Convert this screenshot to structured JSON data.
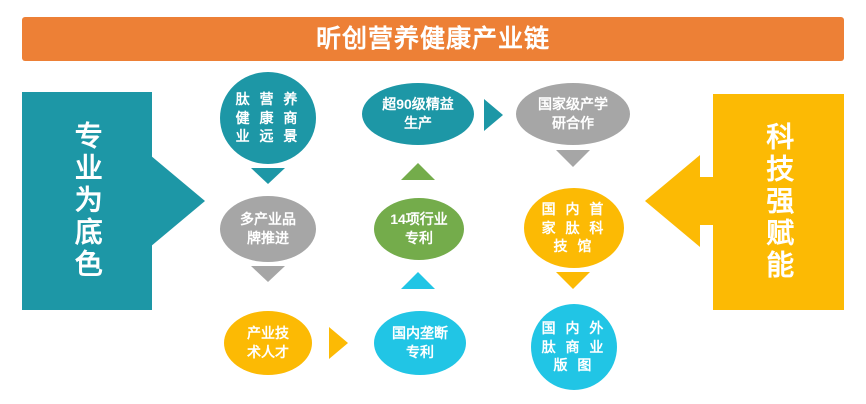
{
  "header": {
    "title": "昕创营养健康产业链",
    "background": "#ed8036",
    "text_color": "#ffffff"
  },
  "left_panel": {
    "label": "专业为底色",
    "color": "#1d97a6",
    "arrow_direction": "right"
  },
  "right_panel": {
    "label": "科技强赋能",
    "color": "#fcba04",
    "arrow_direction": "left"
  },
  "nodes": [
    {
      "id": "n1",
      "label": "肽 营 养\n健 康 商\n业 远 景",
      "color": "#1d97a6",
      "shape": "ellipse",
      "column": 1,
      "row": 1
    },
    {
      "id": "n2",
      "label": "多产业品\n牌推进",
      "color": "#a6a6a6",
      "shape": "ellipse",
      "column": 1,
      "row": 2
    },
    {
      "id": "n3",
      "label": "产业技\n术人才",
      "color": "#fcba04",
      "shape": "ellipse",
      "column": 1,
      "row": 3
    },
    {
      "id": "n4",
      "label": "超90级精益\n生产",
      "color": "#1d97a6",
      "shape": "ellipse",
      "column": 2,
      "row": 1
    },
    {
      "id": "n5",
      "label": "14项行业\n专利",
      "color": "#74ac4b",
      "shape": "ellipse",
      "column": 2,
      "row": 2
    },
    {
      "id": "n6",
      "label": "国内垄断\n专利",
      "color": "#21c5e5",
      "shape": "ellipse",
      "column": 2,
      "row": 3
    },
    {
      "id": "n7",
      "label": "国家级产学\n研合作",
      "color": "#a6a6a6",
      "shape": "ellipse",
      "column": 3,
      "row": 1
    },
    {
      "id": "n8",
      "label": "国 内 首\n家 肽 科\n技 馆",
      "color": "#fcba04",
      "shape": "ellipse",
      "column": 3,
      "row": 2
    },
    {
      "id": "n9",
      "label": "国 内 外\n肽 商 业\n版 图",
      "color": "#21c5e5",
      "shape": "circle",
      "column": 3,
      "row": 3
    }
  ],
  "connectors": [
    {
      "id": "c1",
      "from": "n1",
      "to": "n2",
      "direction": "down",
      "color": "#1d97a6"
    },
    {
      "id": "c2",
      "from": "n2",
      "to": "n3",
      "direction": "down",
      "color": "#a6a6a6"
    },
    {
      "id": "c3",
      "from": "n5",
      "to": "n4",
      "direction": "up",
      "color": "#74ac4b"
    },
    {
      "id": "c4",
      "from": "n6",
      "to": "n5",
      "direction": "up",
      "color": "#21c5e5"
    },
    {
      "id": "c5",
      "from": "n4",
      "to": "n7",
      "direction": "right",
      "color": "#1d97a6"
    },
    {
      "id": "c6",
      "from": "n7",
      "to": "n8",
      "direction": "down",
      "color": "#a6a6a6"
    },
    {
      "id": "c7",
      "from": "n8",
      "to": "n9",
      "direction": "down",
      "color": "#fcba04"
    },
    {
      "id": "c8",
      "from": "n3",
      "to": "n6",
      "direction": "right",
      "color": "#fcba04"
    }
  ]
}
